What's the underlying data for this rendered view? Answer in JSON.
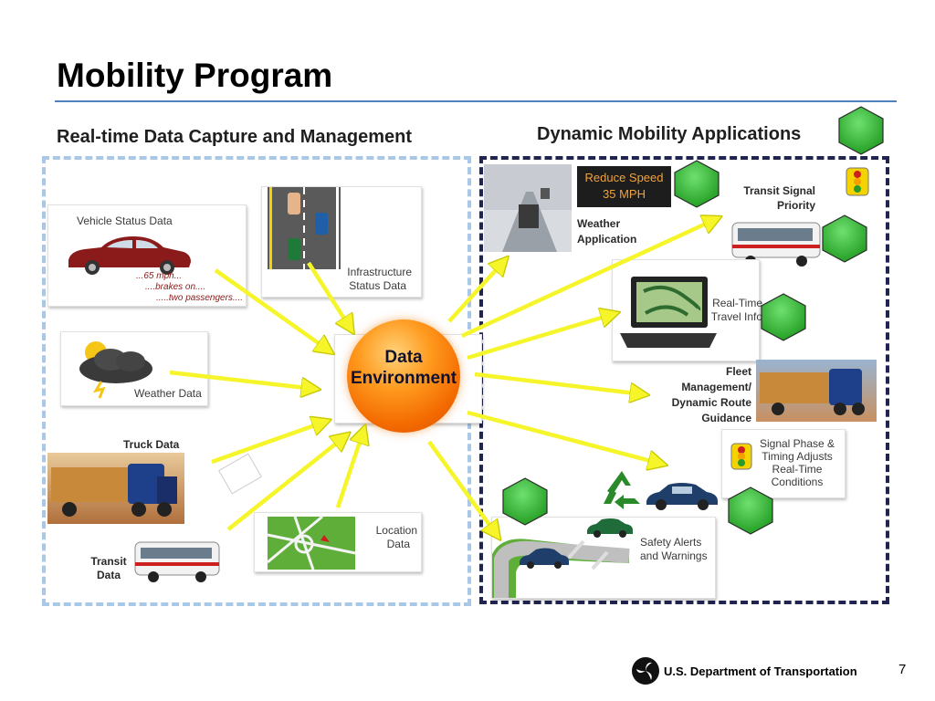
{
  "title": "Mobility Program",
  "left_panel": {
    "title": "Real-time Data Capture and Management",
    "vehicle_status": {
      "label": "Vehicle Status Data",
      "note_1": "...65 mph...",
      "note_2": "....brakes on....",
      "note_3": ".....two passengers...."
    },
    "infrastructure": {
      "label_1": "Infrastructure",
      "label_2": "Status Data"
    },
    "weather": {
      "label": "Weather Data"
    },
    "truck": {
      "label": "Truck Data"
    },
    "transit": {
      "label_1": "Transit",
      "label_2": "Data"
    },
    "location": {
      "label_1": "Location",
      "label_2": "Data"
    }
  },
  "hub": {
    "label_1": "Data",
    "label_2": "Environment"
  },
  "right_panel": {
    "title": "Dynamic Mobility Applications",
    "sign": {
      "line_1": "Reduce Speed",
      "line_2": "35 MPH"
    },
    "weather_app": {
      "label_1": "Weather",
      "label_2": "Application"
    },
    "transit_signal": {
      "label_1": "Transit Signal",
      "label_2": "Priority"
    },
    "travel_info": {
      "label_1": "Real-Time",
      "label_2": "Travel Info"
    },
    "fleet": {
      "label_1": "Fleet",
      "label_2": "Management/",
      "label_3": "Dynamic Route",
      "label_4": "Guidance"
    },
    "signal_phase": {
      "label_1": "Signal Phase &",
      "label_2": "Timing Adjusts",
      "label_3": "Real-Time",
      "label_4": "Conditions"
    },
    "safety": {
      "label_1": "Safety Alerts",
      "label_2": "and Warnings"
    }
  },
  "footer": {
    "department": "U.S. Department of Transportation",
    "page": "7"
  },
  "colors": {
    "arrow": "#f5f52a",
    "hexagon": "#3fbf3f",
    "left_border": "#a9c8e8",
    "right_border": "#1f2450",
    "title_rule": "#4f81bd"
  }
}
